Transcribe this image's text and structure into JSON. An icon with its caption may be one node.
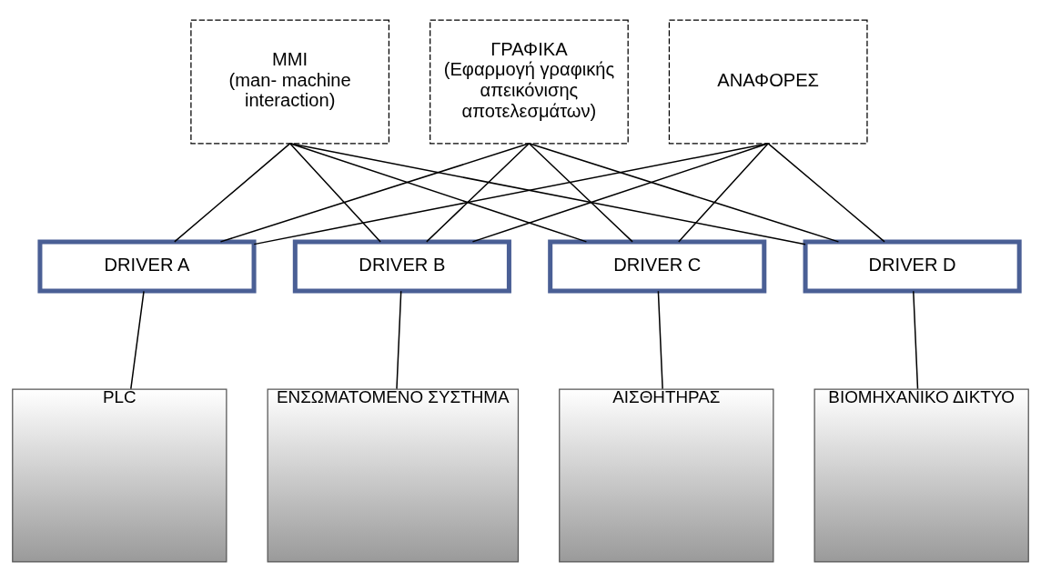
{
  "diagram": {
    "nodes": [
      {
        "text": [
          "MMI",
          "(man- machine interaction)"
        ]
      },
      {
        "text": [
          "ΓΡΑΦΙΚΑ",
          "(Εφαρμογή γραφικής απεικόνισης αποτελεσμάτων)"
        ]
      },
      {
        "text": [
          "ΑΝΑΦΟΡΕΣ"
        ]
      },
      {
        "text": [
          "DRIVER A"
        ]
      },
      {
        "text": [
          "DRIVER B"
        ]
      },
      {
        "text": [
          "DRIVER C"
        ]
      },
      {
        "text": [
          "DRIVER D"
        ]
      },
      {
        "text": [
          "PLC"
        ]
      },
      {
        "text": [
          "ΕΝΣΩΜΑΤΟΜΕΝΟ ΣΥΣΤΗΜΑ"
        ]
      },
      {
        "text": [
          "ΑΙΣΘΗΤΗΡΑΣ"
        ]
      },
      {
        "text": [
          "ΒΙΟΜΗΧΑΝΙΚΟ ΔΙΚΤΥΟ"
        ]
      }
    ],
    "edges": [
      {
        "from": 0,
        "to": 3,
        "arrow": "none"
      },
      {
        "from": 0,
        "to": 4,
        "arrow": "none"
      },
      {
        "from": 0,
        "to": 5,
        "arrow": "none"
      },
      {
        "from": 0,
        "to": 6,
        "arrow": "none"
      },
      {
        "from": 1,
        "to": 3,
        "arrow": "none"
      },
      {
        "from": 1,
        "to": 4,
        "arrow": "none"
      },
      {
        "from": 1,
        "to": 5,
        "arrow": "none"
      },
      {
        "from": 1,
        "to": 6,
        "arrow": "none"
      },
      {
        "from": 2,
        "to": 3,
        "arrow": "none"
      },
      {
        "from": 2,
        "to": 4,
        "arrow": "none"
      },
      {
        "from": 2,
        "to": 5,
        "arrow": "none"
      },
      {
        "from": 2,
        "to": 6,
        "arrow": "none"
      },
      {
        "from": 3,
        "to": 7,
        "arrow": "none"
      },
      {
        "from": 4,
        "to": 8,
        "arrow": "none"
      },
      {
        "from": 5,
        "to": 9,
        "arrow": "none"
      },
      {
        "from": 6,
        "to": 10,
        "arrow": "none"
      }
    ]
  }
}
